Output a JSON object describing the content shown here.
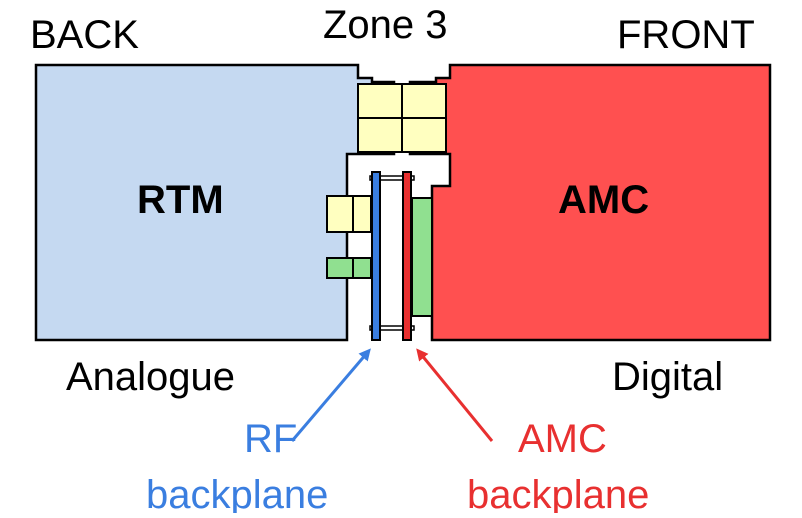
{
  "labels": {
    "back": "BACK",
    "zone": "Zone 3",
    "front": "FRONT",
    "rtm": "RTM",
    "amc": "AMC",
    "analogue": "Analogue",
    "digital": "Digital",
    "rf_line1": "RF",
    "rf_line2": "backplane",
    "amc_bp_line1": "AMC",
    "amc_bp_line2": "backplane"
  },
  "colors": {
    "rtm_fill": "#c5d9f1",
    "amc_fill": "#ff5050",
    "connector_yellow": "#ffffc0",
    "connector_green": "#90e090",
    "rf_blue": "#3a7ee0",
    "amc_red": "#e83030",
    "outline": "#000000"
  }
}
